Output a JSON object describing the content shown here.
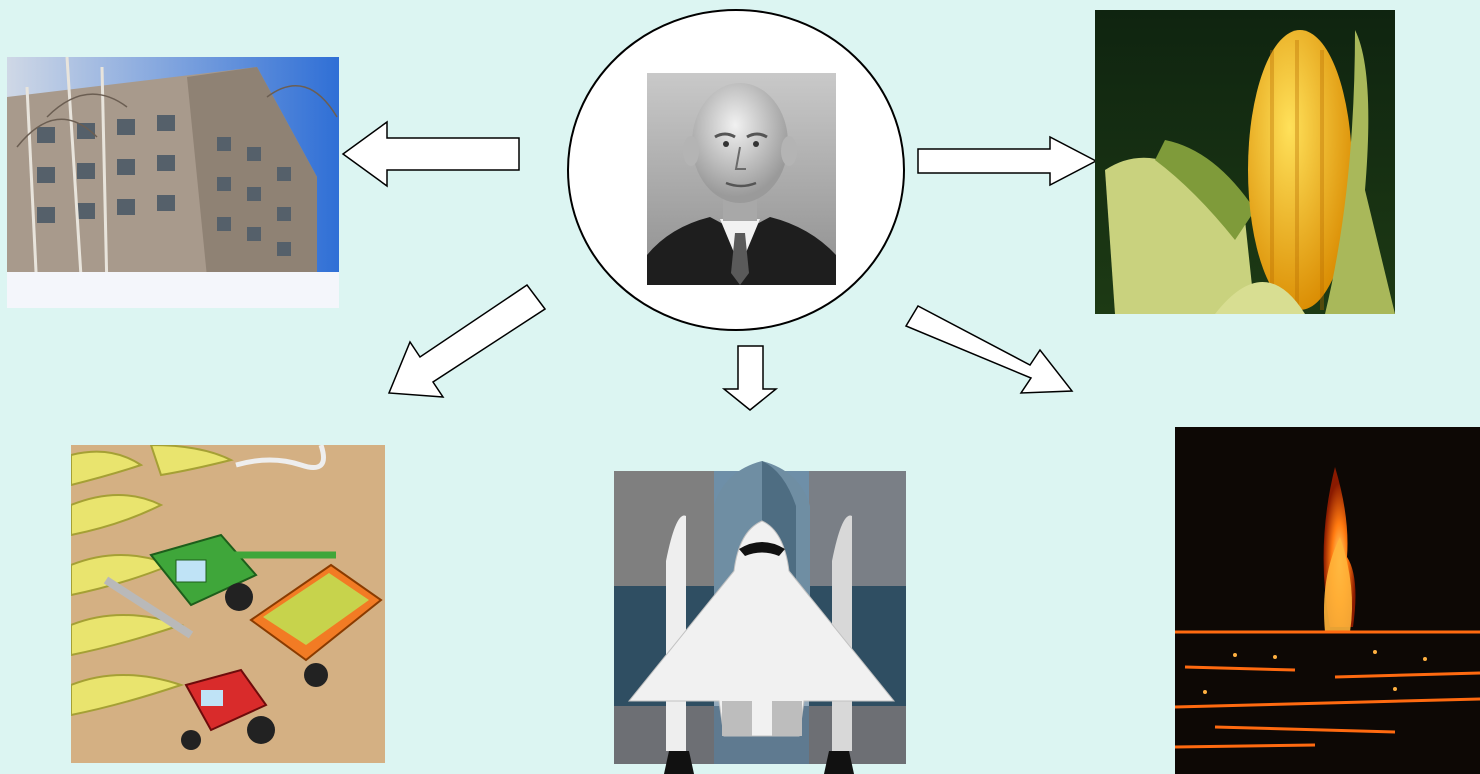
{
  "theme": {
    "background": "#dcf5f2",
    "arrow_fill": "#ffffff",
    "arrow_stroke": "#000000"
  },
  "center": {
    "icon": "portrait-icon"
  },
  "images": [
    {
      "name": "apartment-building",
      "icon": "building-icon"
    },
    {
      "name": "corn-cob",
      "icon": "corn-icon"
    },
    {
      "name": "virgin-lands-harvest",
      "icon": "combine-harvester-icon"
    },
    {
      "name": "space-shuttle",
      "icon": "rocket-icon"
    },
    {
      "name": "nuclear-test-fire",
      "icon": "fire-icon"
    }
  ]
}
